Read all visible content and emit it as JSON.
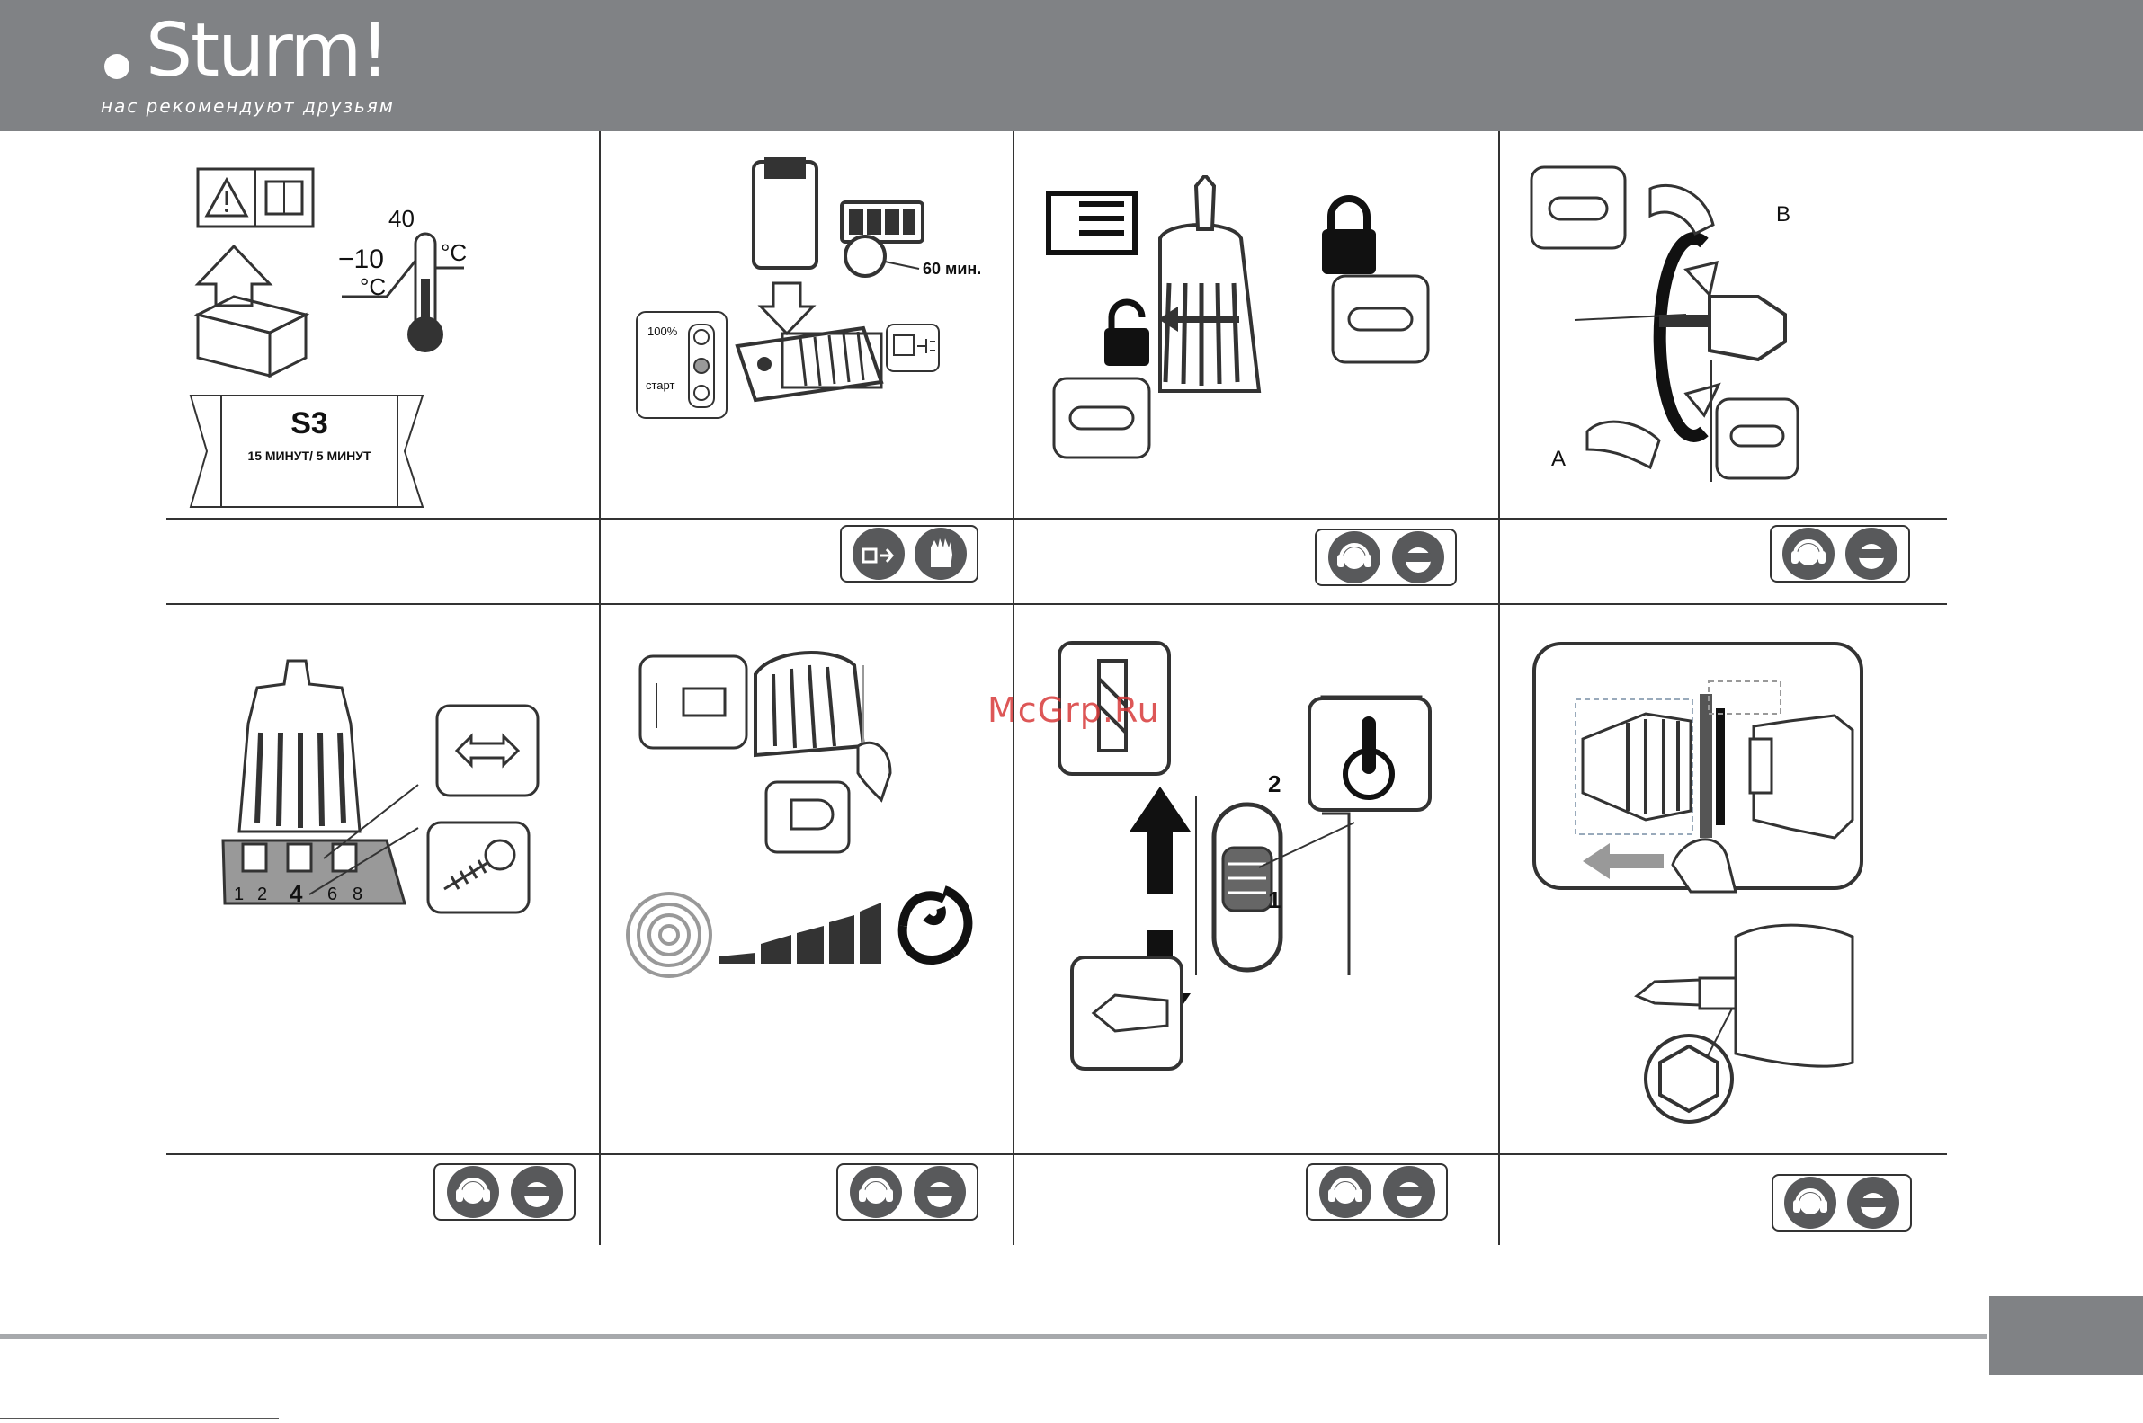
{
  "header": {
    "brand": "Sturm!",
    "slogan": "нас рекомендуют друзьям"
  },
  "panels": {
    "p1": {
      "temp_low": "−10",
      "temp_high": "40",
      "unit": "°C",
      "mode": "S3",
      "mode_detail": "15 МИНУТ/ 5 МИНУТ"
    },
    "p2": {
      "charge_time": "60 мин.",
      "indicator_full": "100%",
      "indicator_start": "старт"
    },
    "p4": {
      "label_a": "A",
      "label_b": "B"
    },
    "p5": {
      "torque_numbers": [
        "1",
        "2",
        "4",
        "6",
        "8"
      ]
    },
    "p7": {
      "speed_1": "1",
      "speed_2": "2"
    }
  },
  "watermark": "McGrp.Ru",
  "colors": {
    "header": "#808285",
    "icon_fill": "#58595b",
    "line": "#333333",
    "watermark": "#d83a3a"
  },
  "icons": [
    "hearing-protection-icon",
    "eye-protection-icon",
    "unplug-icon",
    "gloves-icon"
  ]
}
